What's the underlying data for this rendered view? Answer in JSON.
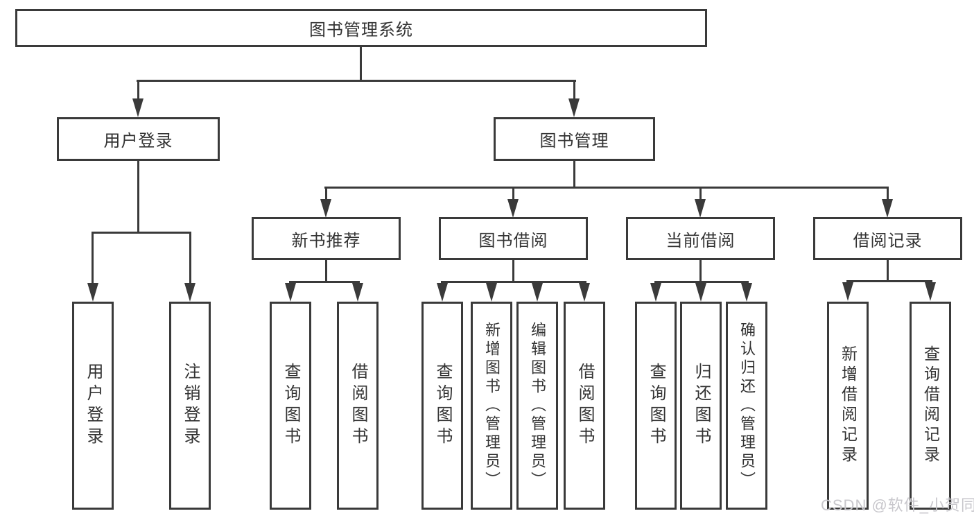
{
  "root": {
    "label": "图书管理系统"
  },
  "branches": [
    {
      "label": "用户登录",
      "leaves": [
        {
          "label": "用户登录"
        },
        {
          "label": "注销登录"
        }
      ]
    },
    {
      "label": "图书管理",
      "children": [
        {
          "label": "新书推荐",
          "leaves": [
            {
              "label": "查询图书"
            },
            {
              "label": "借阅图书"
            }
          ]
        },
        {
          "label": "图书借阅",
          "leaves": [
            {
              "label": "查询图书"
            },
            {
              "label": "新增图书（管理员）"
            },
            {
              "label": "编辑图书（管理员）"
            },
            {
              "label": "借阅图书"
            }
          ]
        },
        {
          "label": "当前借阅",
          "leaves": [
            {
              "label": "查询图书"
            },
            {
              "label": "归还图书"
            },
            {
              "label": "确认归还（管理员）"
            }
          ]
        },
        {
          "label": "借阅记录",
          "leaves": [
            {
              "label": "新增借阅记录"
            },
            {
              "label": "查询借阅记录"
            }
          ]
        }
      ]
    }
  ],
  "watermark": "CSDN @软件_小贺同学",
  "colors": {
    "line": "#3a3a3a",
    "text": "#333333",
    "background": "#ffffff",
    "watermark": "#c8c7cc"
  }
}
